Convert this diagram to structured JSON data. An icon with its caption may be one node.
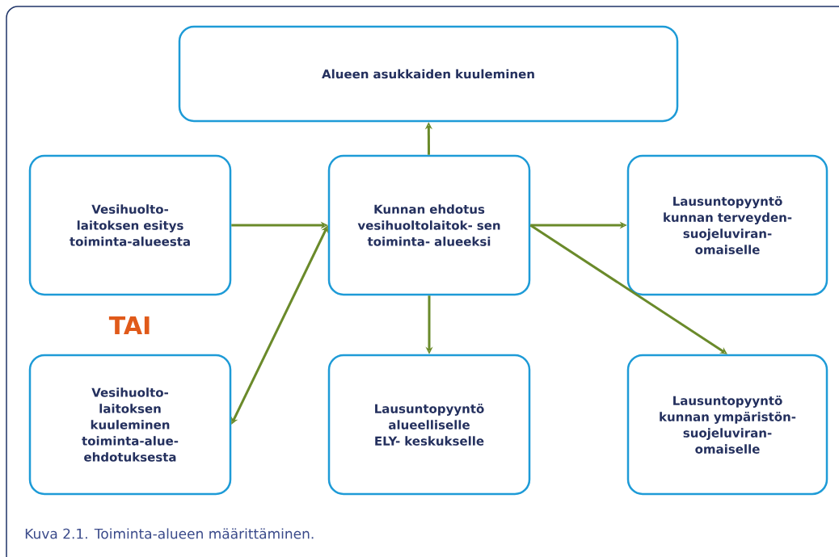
{
  "diagram": {
    "caption": "Kuva 2.1. Toiminta-alueen määrittäminen.",
    "nodes": [
      {
        "text": [
          "Alueen asukkaiden kuuleminen"
        ]
      },
      {
        "text": [
          "Vesihuolto- laitoksen esitys toiminta-alueesta"
        ]
      },
      {
        "text": [
          "Kunnan ehdotus vesihuoltolaitok- sen toiminta- alueeksi"
        ]
      },
      {
        "text": [
          "Lausuntopyyntö kunnan terveyden- suojeluviran- omaiselle"
        ]
      },
      {
        "text": [
          "Vesihuolto- laitoksen kuuleminen toiminta-alue- ehdotuksesta"
        ]
      },
      {
        "text": [
          "Lausuntopyyntö alueelliselle ELY- keskukselle"
        ]
      },
      {
        "text": [
          "Lausuntopyyntö kunnan ympäristön- suojeluviran- omaiselle"
        ]
      }
    ],
    "edges": [
      {
        "from": 1,
        "to": 2,
        "arrow": "to"
      },
      {
        "from": 2,
        "to": 0,
        "arrow": "to"
      },
      {
        "from": 2,
        "to": 3,
        "arrow": "to"
      },
      {
        "from": 2,
        "to": 5,
        "arrow": "to"
      },
      {
        "from": 2,
        "to": 6,
        "arrow": "to"
      },
      {
        "from": 4,
        "to": 2,
        "arrow": "both"
      }
    ],
    "labels": [
      "TAI"
    ]
  }
}
